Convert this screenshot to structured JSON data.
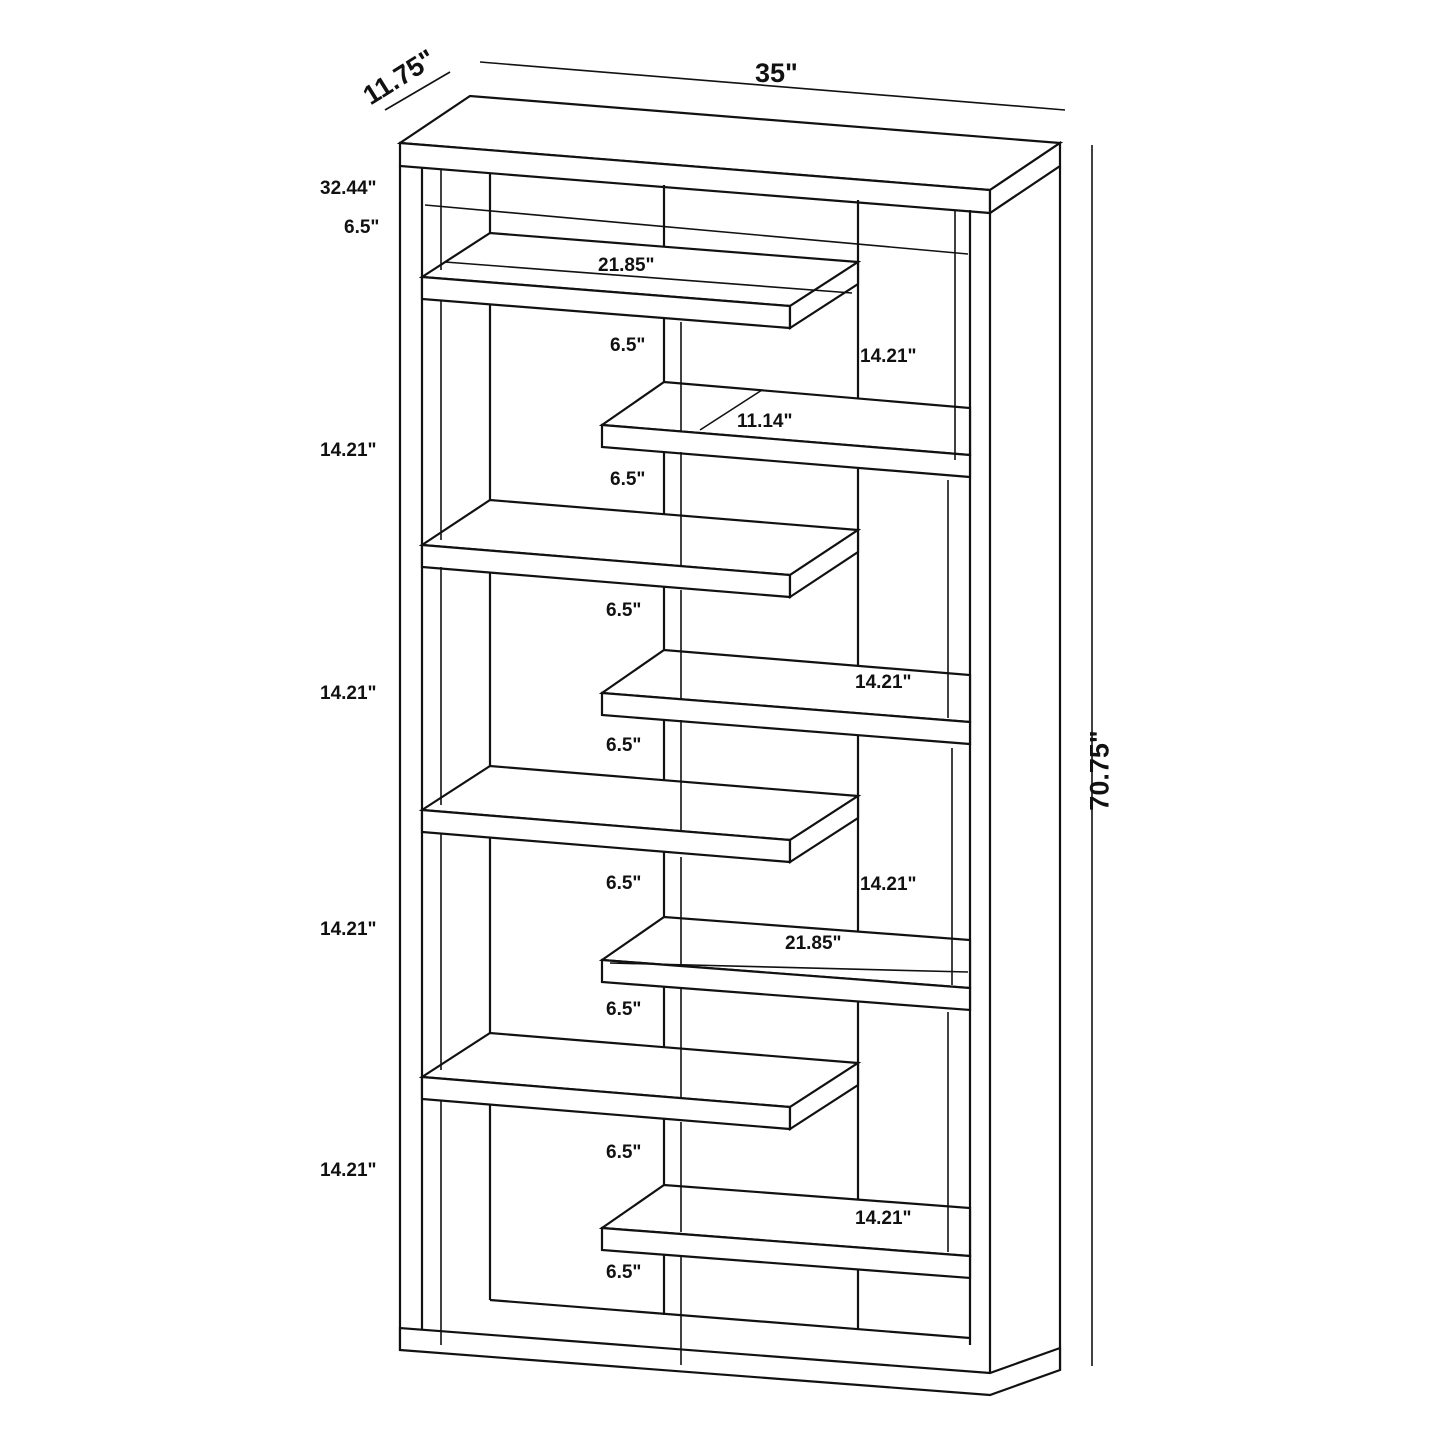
{
  "diagram": {
    "type": "furniture-dimension-drawing",
    "subject": "staggered bookcase",
    "overall": {
      "width": "35\"",
      "depth": "11.75\"",
      "height": "70.75\""
    },
    "labels": {
      "width": "35\"",
      "depth": "11.75\"",
      "height": "70.75\"",
      "inner_width": "32.44\"",
      "top_gap": "6.5\"",
      "shelf_width_top": "21.85\"",
      "shelf_depth": "11.14\"",
      "shelf_width_lower": "21.85\"",
      "left_gaps": [
        "14.21\"",
        "14.21\"",
        "14.21\"",
        "14.21\""
      ],
      "right_gaps": [
        "14.21\"",
        "14.21\"",
        "14.21\"",
        "14.21\""
      ],
      "center_gaps": [
        "6.5\"",
        "6.5\"",
        "6.5\"",
        "6.5\"",
        "6.5\"",
        "6.5\"",
        "6.5\""
      ]
    }
  }
}
